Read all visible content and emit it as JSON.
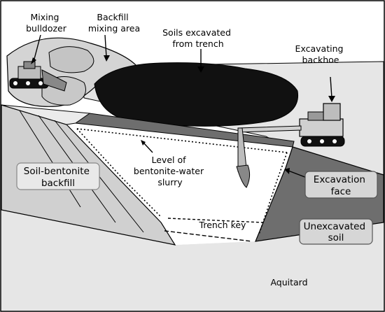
{
  "labels": {
    "mixing_bulldozer": [
      "Mixing",
      "bulldozer"
    ],
    "backfill_mixing_area": [
      "Backfill",
      "mixing area"
    ],
    "soils_excavated": [
      "Soils excavated",
      "from trench"
    ],
    "excavating_backhoe": [
      "Excavating",
      "backhoe"
    ],
    "soil_bentonite_backfill": [
      "Soil-bentonite",
      "backfill"
    ],
    "slurry_level": [
      "Level of",
      "bentonite-water",
      "slurry"
    ],
    "excavation_face": [
      "Excavation",
      "face"
    ],
    "trench_key": "Trench key",
    "unexcavated_soil": [
      "Unexcavated",
      "soil"
    ],
    "aquitard": "Aquitard"
  },
  "colors": {
    "light_gray": "#e6e6e6",
    "mid_gray": "#cfcfcf",
    "dark_gray": "#6e6e6e",
    "black": "#111111",
    "white": "#ffffff"
  }
}
